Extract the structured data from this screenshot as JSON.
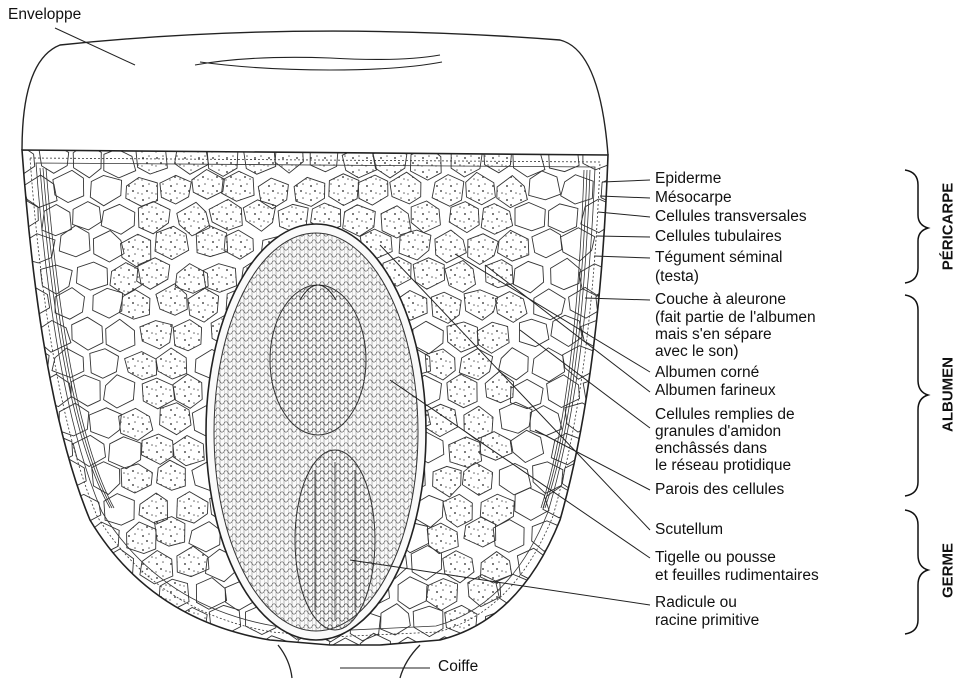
{
  "labels": {
    "enveloppe": "Enveloppe",
    "epiderme": "Epiderme",
    "mesocarpe": "Mésocarpe",
    "cellules_transversales": "Cellules transversales",
    "cellules_tubulaires": "Cellules tubulaires",
    "tegument_1": "Tégument séminal",
    "tegument_2": "(testa)",
    "aleurone_1": "Couche à aleurone",
    "aleurone_2": "(fait partie de l'albumen",
    "aleurone_3": "mais s'en sépare",
    "aleurone_4": "avec le son)",
    "albumen_corne": "Albumen corné",
    "albumen_farineux": "Albumen farineux",
    "cellules_remplies_1": "Cellules remplies de",
    "cellules_remplies_2": "granules d'amidon",
    "cellules_remplies_3": "enchâssés dans",
    "cellules_remplies_4": "le réseau protidique",
    "parois": "Parois des cellules",
    "scutellum": "Scutellum",
    "tigelle_1": "Tigelle ou pousse",
    "tigelle_2": "et feuilles rudimentaires",
    "radicule_1": "Radicule ou",
    "radicule_2": "racine primitive",
    "coiffe": "Coiffe"
  },
  "groups": {
    "pericarpe": "PÉRICARPE",
    "albumen": "ALBUMEN",
    "germe": "GERME"
  }
}
